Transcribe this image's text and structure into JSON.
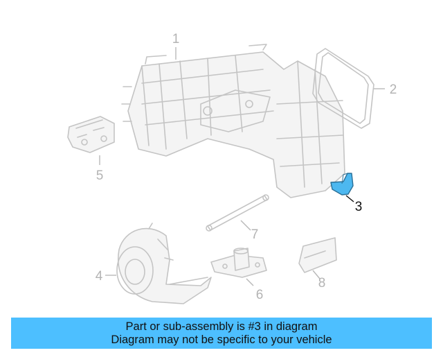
{
  "callouts": [
    {
      "id": "1",
      "label": "1"
    },
    {
      "id": "2",
      "label": "2"
    },
    {
      "id": "3",
      "label": "3"
    },
    {
      "id": "4",
      "label": "4"
    },
    {
      "id": "5",
      "label": "5"
    },
    {
      "id": "6",
      "label": "6"
    },
    {
      "id": "7",
      "label": "7"
    },
    {
      "id": "8",
      "label": "8"
    }
  ],
  "highlighted_part": "3",
  "colors": {
    "highlight_fill": "#4db8f0",
    "banner_background": "#4dbfff",
    "part_line": "#c4c4c4"
  },
  "banner": {
    "line1": "Part or sub-assembly is #3 in diagram",
    "line2": "Diagram may not be specific to your vehicle"
  }
}
